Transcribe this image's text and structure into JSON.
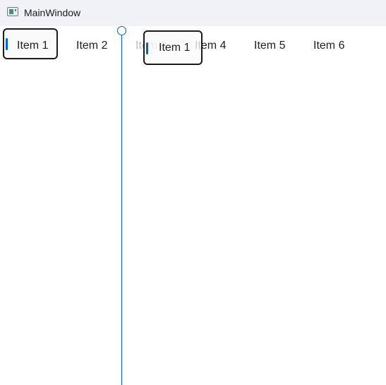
{
  "window": {
    "title": "MainWindow",
    "icon": "window-app-icon"
  },
  "nav": {
    "items": [
      {
        "label": "Item 1",
        "selected": true
      },
      {
        "label": "Item 2"
      },
      {
        "label": "Item 3"
      },
      {
        "label": "Item 4"
      },
      {
        "label": "Item 5"
      },
      {
        "label": "Item 6"
      }
    ],
    "drag_preview": {
      "label": "Item 1"
    }
  },
  "colors": {
    "accent": "#0067c0",
    "titlebar": "#f0f2f7",
    "background": "#ffffff"
  }
}
